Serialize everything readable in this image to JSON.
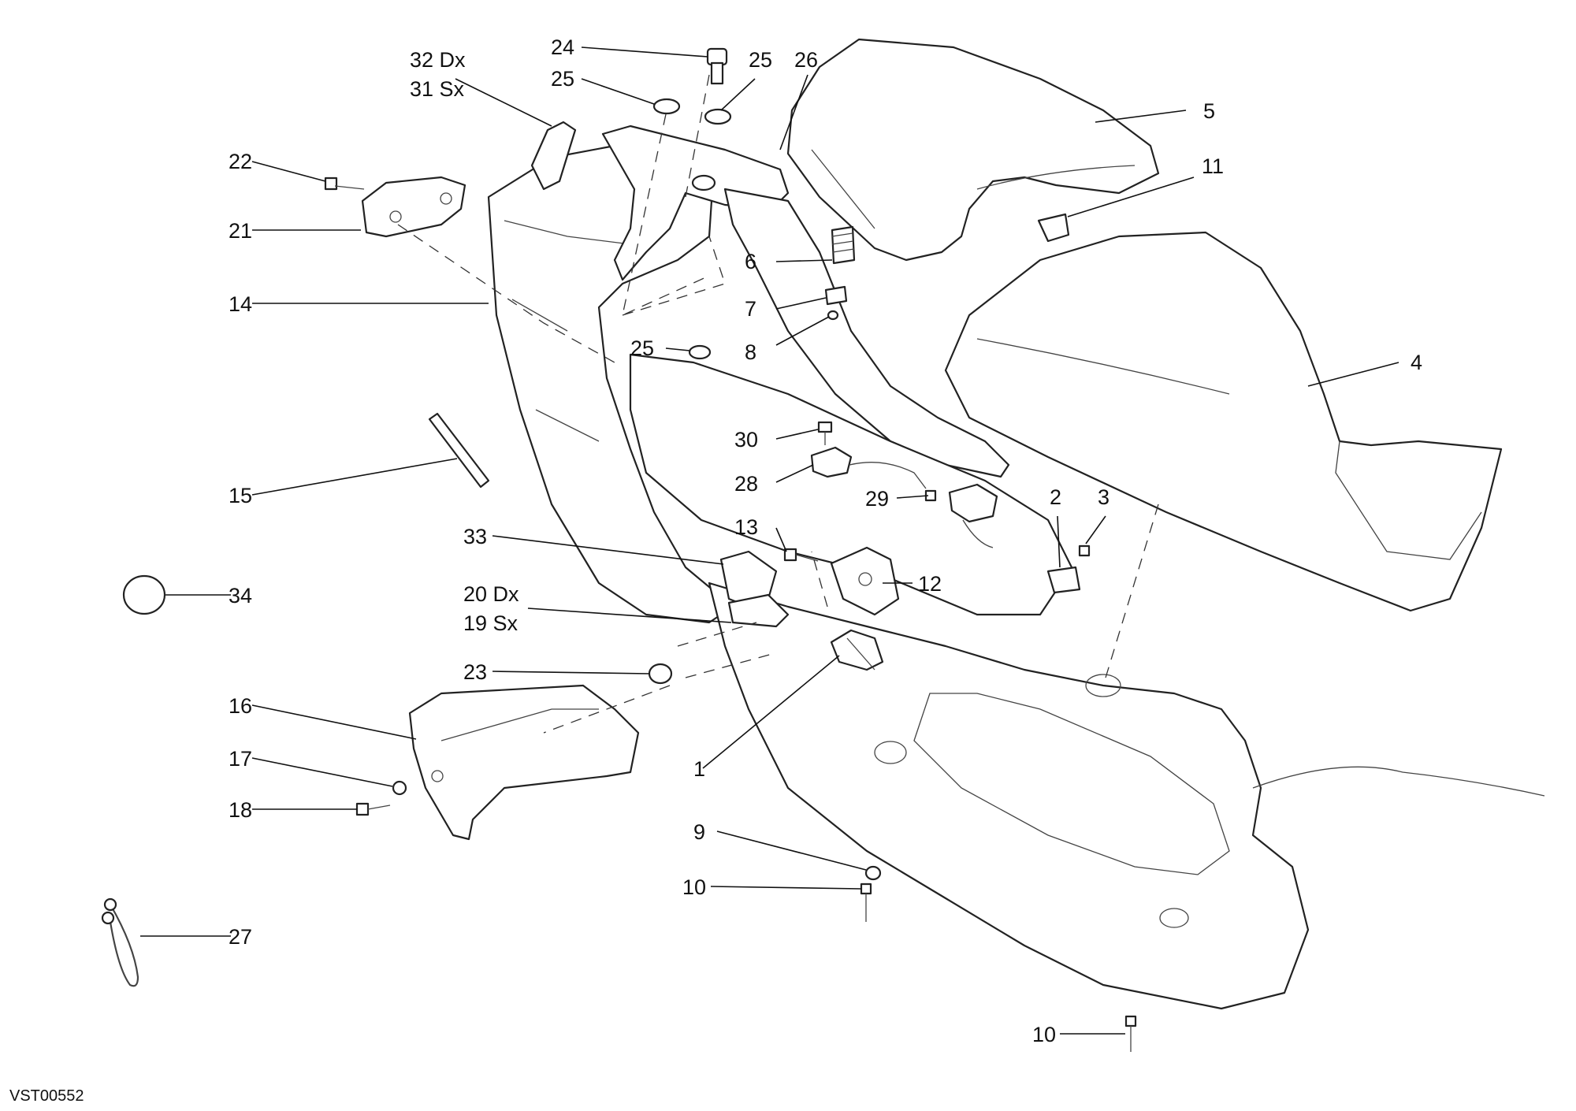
{
  "drawing_code": "VST00552",
  "labels": {
    "l1": "1",
    "l2": "2",
    "l3": "3",
    "l4": "4",
    "l5": "5",
    "l6": "6",
    "l7": "7",
    "l8": "8",
    "l9": "9",
    "l10a": "10",
    "l10b": "10",
    "l11": "11",
    "l12": "12",
    "l13": "13",
    "l14": "14",
    "l15": "15",
    "l16": "16",
    "l17": "17",
    "l18": "18",
    "l20dx": "20 Dx",
    "l19sx": "19 Sx",
    "l21": "21",
    "l22": "22",
    "l23": "23",
    "l24": "24",
    "l25a": "25",
    "l25b": "25",
    "l25c": "25",
    "l26": "26",
    "l27": "27",
    "l28": "28",
    "l29": "29",
    "l30": "30",
    "l32dx": "32 Dx",
    "l31sx": "31 Sx",
    "l33": "33",
    "l34": "34"
  }
}
